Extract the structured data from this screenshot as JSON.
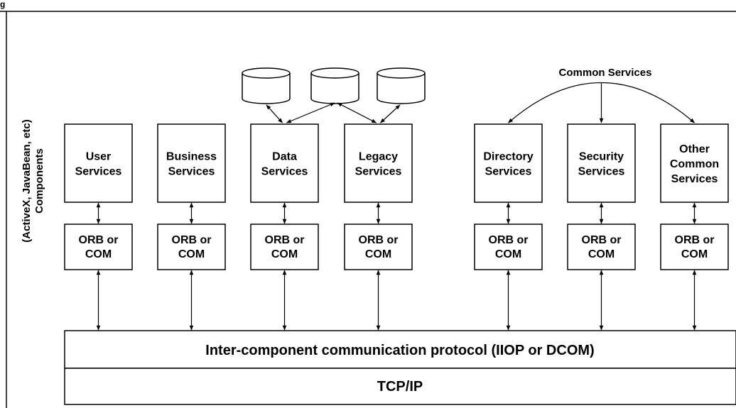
{
  "figure_label": "g",
  "side_label": {
    "line1": "(ActiveX, JavaBean, etc)",
    "line2": "Components"
  },
  "common_services_label": "Common Services",
  "services": [
    {
      "id": "user",
      "label_lines": [
        "User",
        "Services"
      ]
    },
    {
      "id": "business",
      "label_lines": [
        "Business",
        "Services"
      ]
    },
    {
      "id": "data",
      "label_lines": [
        "Data",
        "Services"
      ]
    },
    {
      "id": "legacy",
      "label_lines": [
        "Legacy",
        "Services"
      ]
    },
    {
      "id": "directory",
      "label_lines": [
        "Directory",
        "Services"
      ]
    },
    {
      "id": "security",
      "label_lines": [
        "Security",
        "Services"
      ]
    },
    {
      "id": "other",
      "label_lines": [
        "Other",
        "Common",
        "Services"
      ]
    }
  ],
  "orb_label_lines": [
    "ORB or",
    "COM"
  ],
  "databases_count": 3,
  "protocol_bar": "Inter-component communication protocol (IIOP or DCOM)",
  "tcp_bar": "TCP/IP"
}
